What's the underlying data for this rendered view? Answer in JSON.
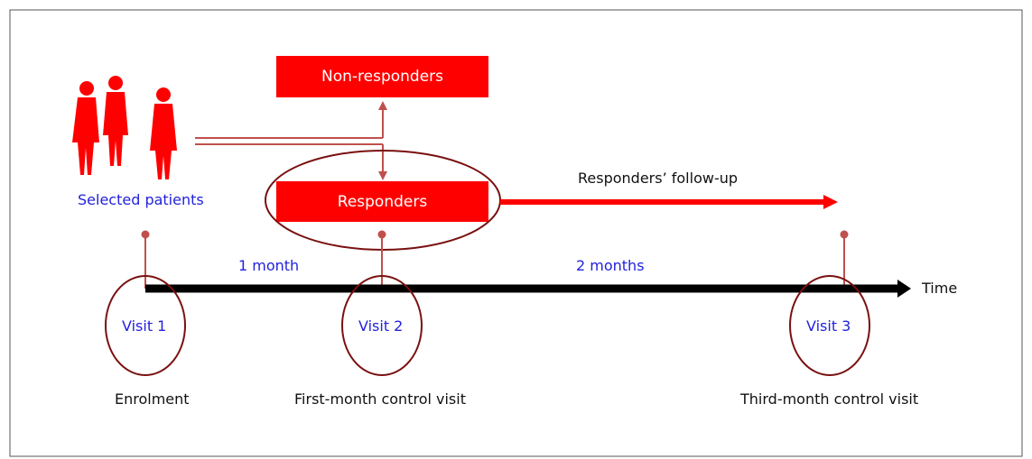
{
  "patients_label": "Selected patients",
  "boxes": {
    "non_responders": "Non-responders",
    "responders": "Responders"
  },
  "follow_up_label": "Responders’ follow-up",
  "intervals": {
    "first": "1 month",
    "second": "2 months"
  },
  "time_label": "Time",
  "visits": [
    {
      "label": "Visit 1",
      "caption": "Enrolment"
    },
    {
      "label": "Visit 2",
      "caption": "First-month control visit"
    },
    {
      "label": "Visit 3",
      "caption": "Third-month control visit"
    }
  ],
  "colors": {
    "red": "#ff0000",
    "dark_red_circle": "#7a1010",
    "connector": "#c0504d",
    "blue_text": "#2222dd",
    "timeline": "#000000"
  }
}
